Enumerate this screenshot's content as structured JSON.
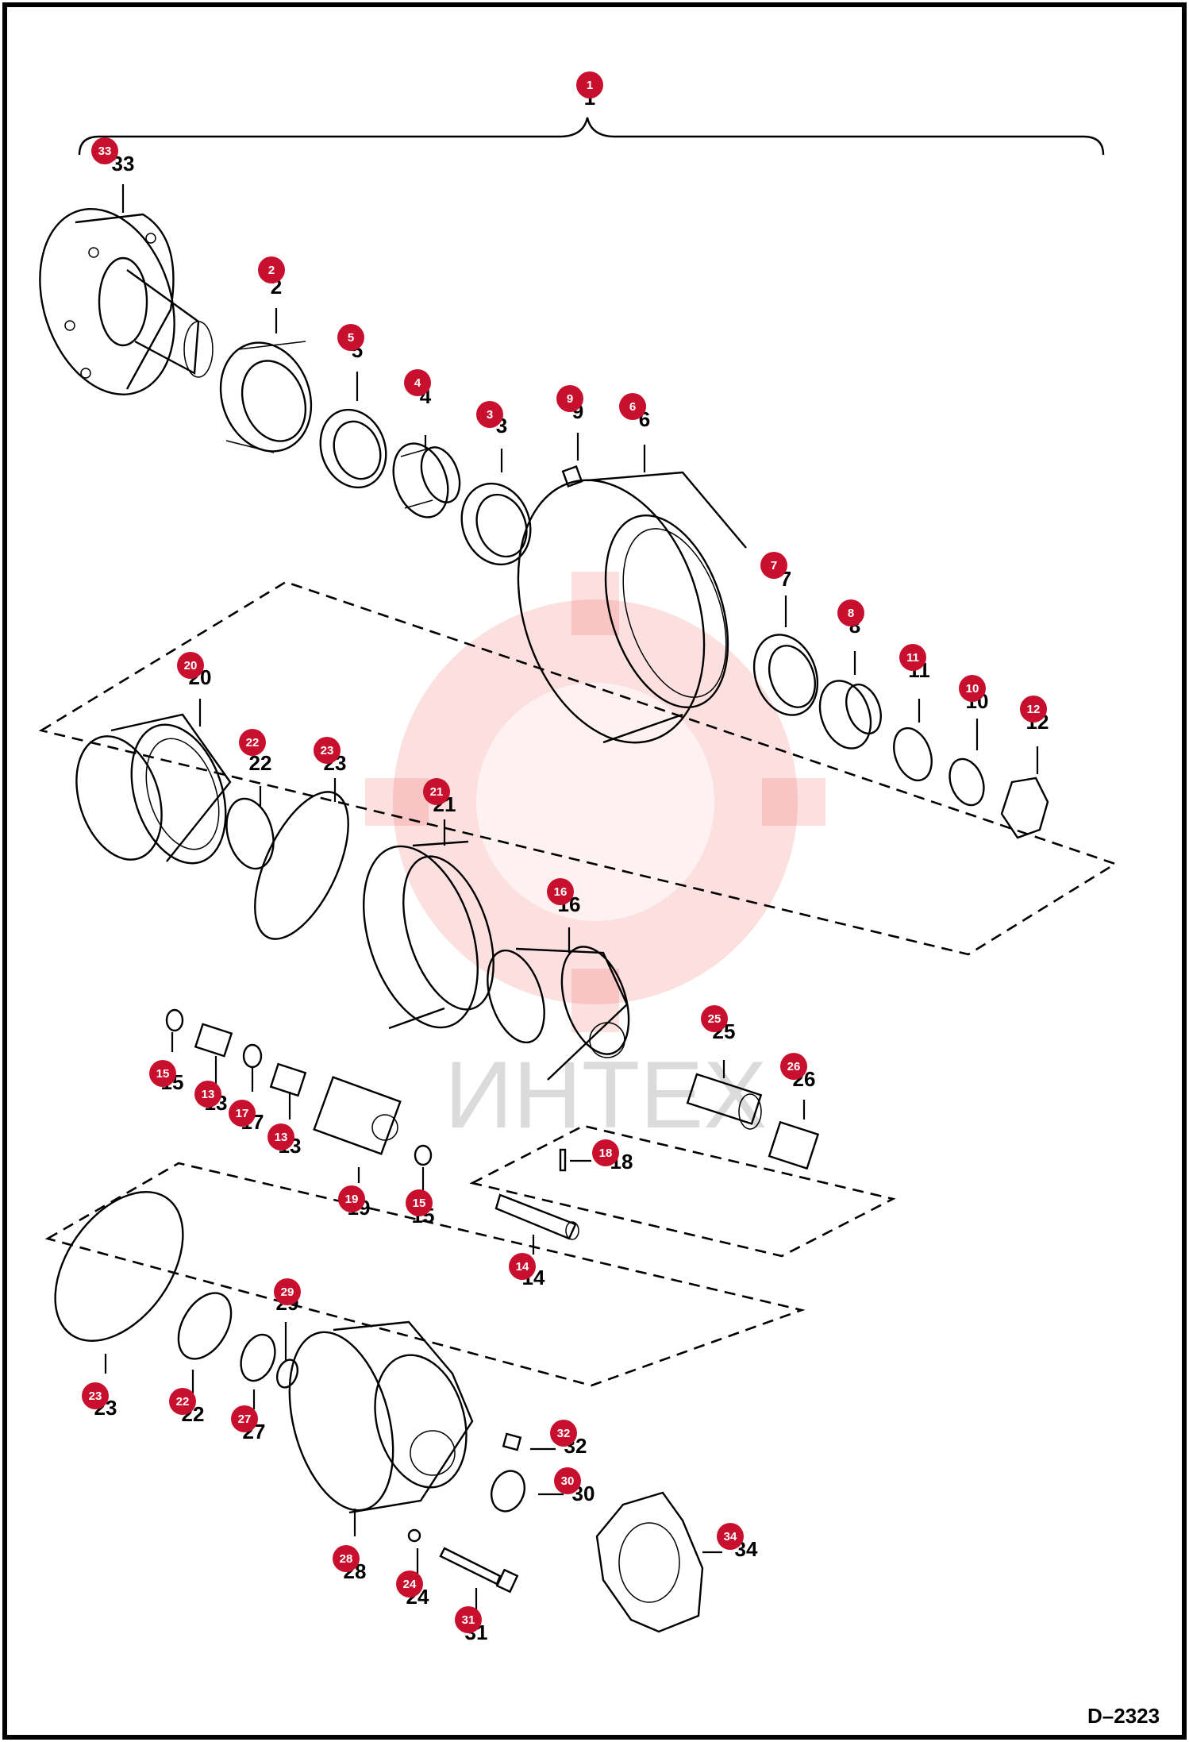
{
  "diagram_code": "D–2323",
  "watermark_text": "ИНТЕХ",
  "colors": {
    "badge": "#c8102e",
    "line": "#000000",
    "watermark": "#ef3b3b"
  },
  "labels": [
    {
      "n": "1"
    },
    {
      "n": "33"
    },
    {
      "n": "2"
    },
    {
      "n": "5"
    },
    {
      "n": "4"
    },
    {
      "n": "3"
    },
    {
      "n": "9"
    },
    {
      "n": "6"
    },
    {
      "n": "7"
    },
    {
      "n": "8"
    },
    {
      "n": "11"
    },
    {
      "n": "10"
    },
    {
      "n": "12"
    },
    {
      "n": "20"
    },
    {
      "n": "22"
    },
    {
      "n": "23"
    },
    {
      "n": "21"
    },
    {
      "n": "16"
    },
    {
      "n": "15"
    },
    {
      "n": "13"
    },
    {
      "n": "17"
    },
    {
      "n": "13"
    },
    {
      "n": "19"
    },
    {
      "n": "15"
    },
    {
      "n": "25"
    },
    {
      "n": "26"
    },
    {
      "n": "18"
    },
    {
      "n": "14"
    },
    {
      "n": "29"
    },
    {
      "n": "23"
    },
    {
      "n": "22"
    },
    {
      "n": "27"
    },
    {
      "n": "32"
    },
    {
      "n": "30"
    },
    {
      "n": "28"
    },
    {
      "n": "24"
    },
    {
      "n": "31"
    },
    {
      "n": "34"
    }
  ]
}
